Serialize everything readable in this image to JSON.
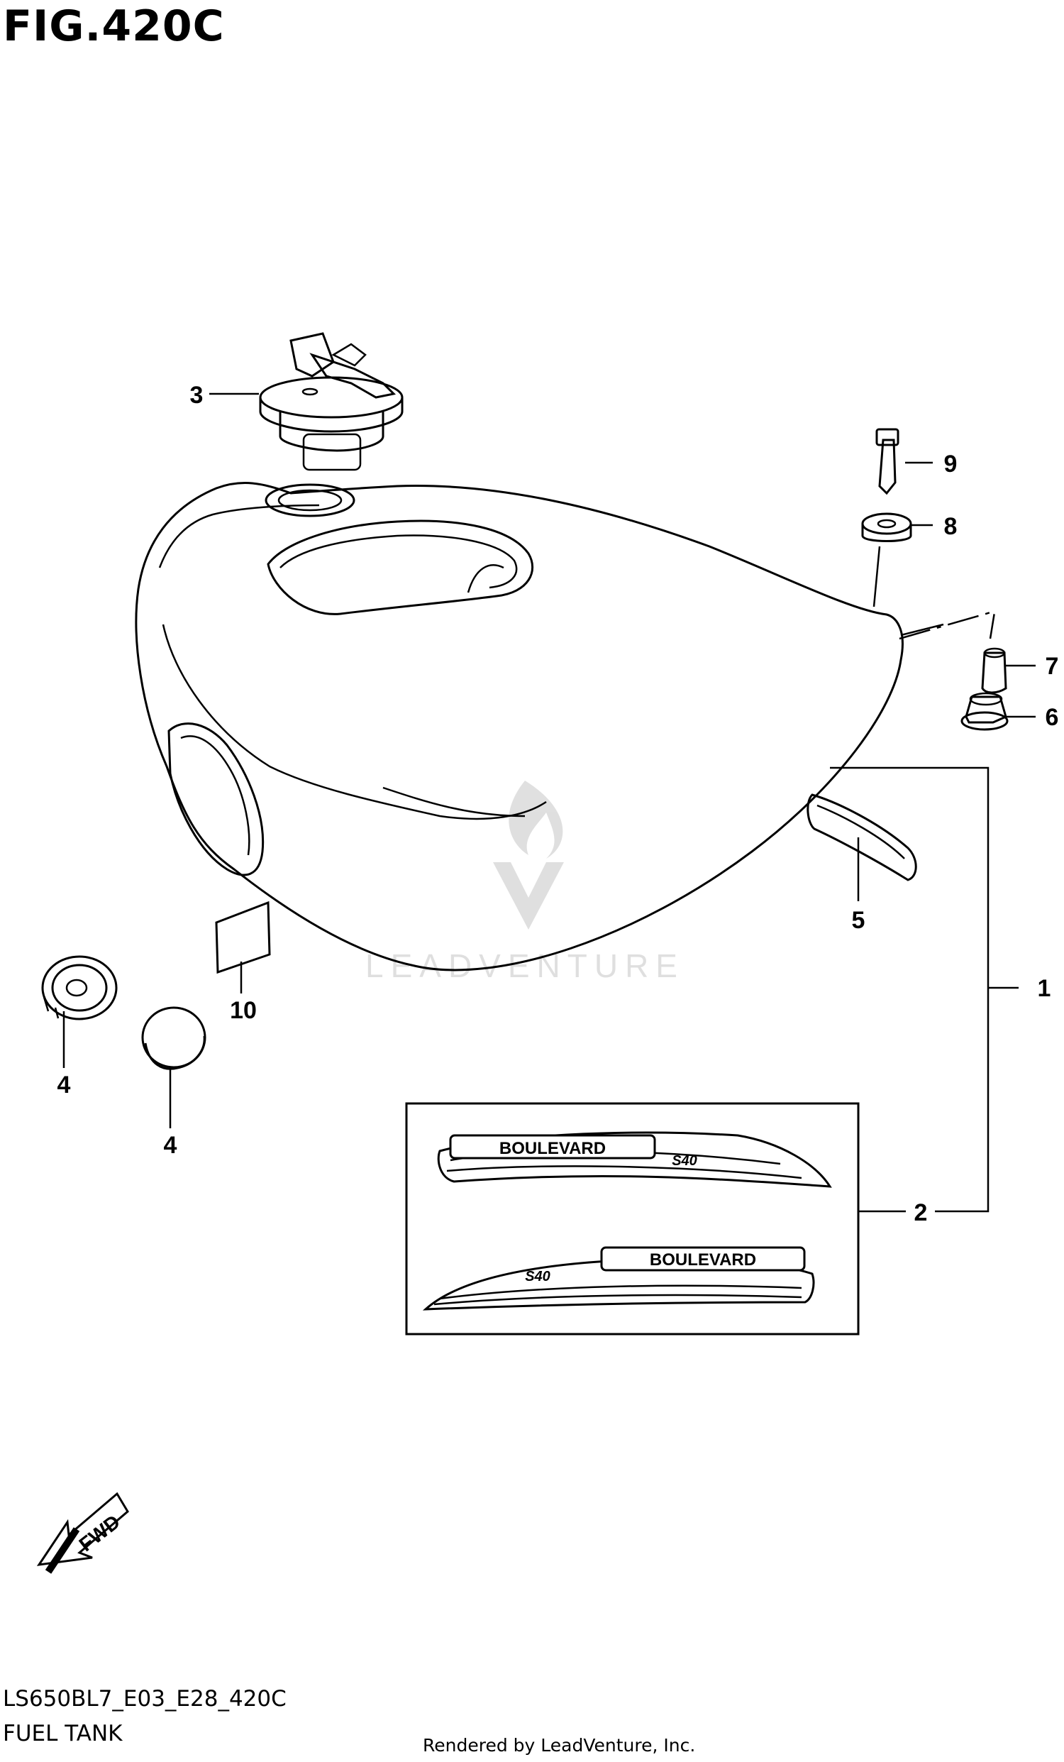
{
  "figure": {
    "title": "FIG.420C",
    "code": "LS650BL7_E03_E28_420C",
    "name": "FUEL TANK",
    "rendered_by": "Rendered by LeadVenture, Inc.",
    "watermark": "LEADVENTURE"
  },
  "callouts": [
    {
      "label": "1"
    },
    {
      "label": "2"
    },
    {
      "label": "3"
    },
    {
      "label": "4"
    },
    {
      "label": "4"
    },
    {
      "label": "5"
    },
    {
      "label": "6"
    },
    {
      "label": "7"
    },
    {
      "label": "8"
    },
    {
      "label": "9"
    },
    {
      "label": "10"
    }
  ],
  "decals": {
    "brand": "BOULEVARD",
    "model": "S40"
  },
  "fwd_label": "FWD"
}
